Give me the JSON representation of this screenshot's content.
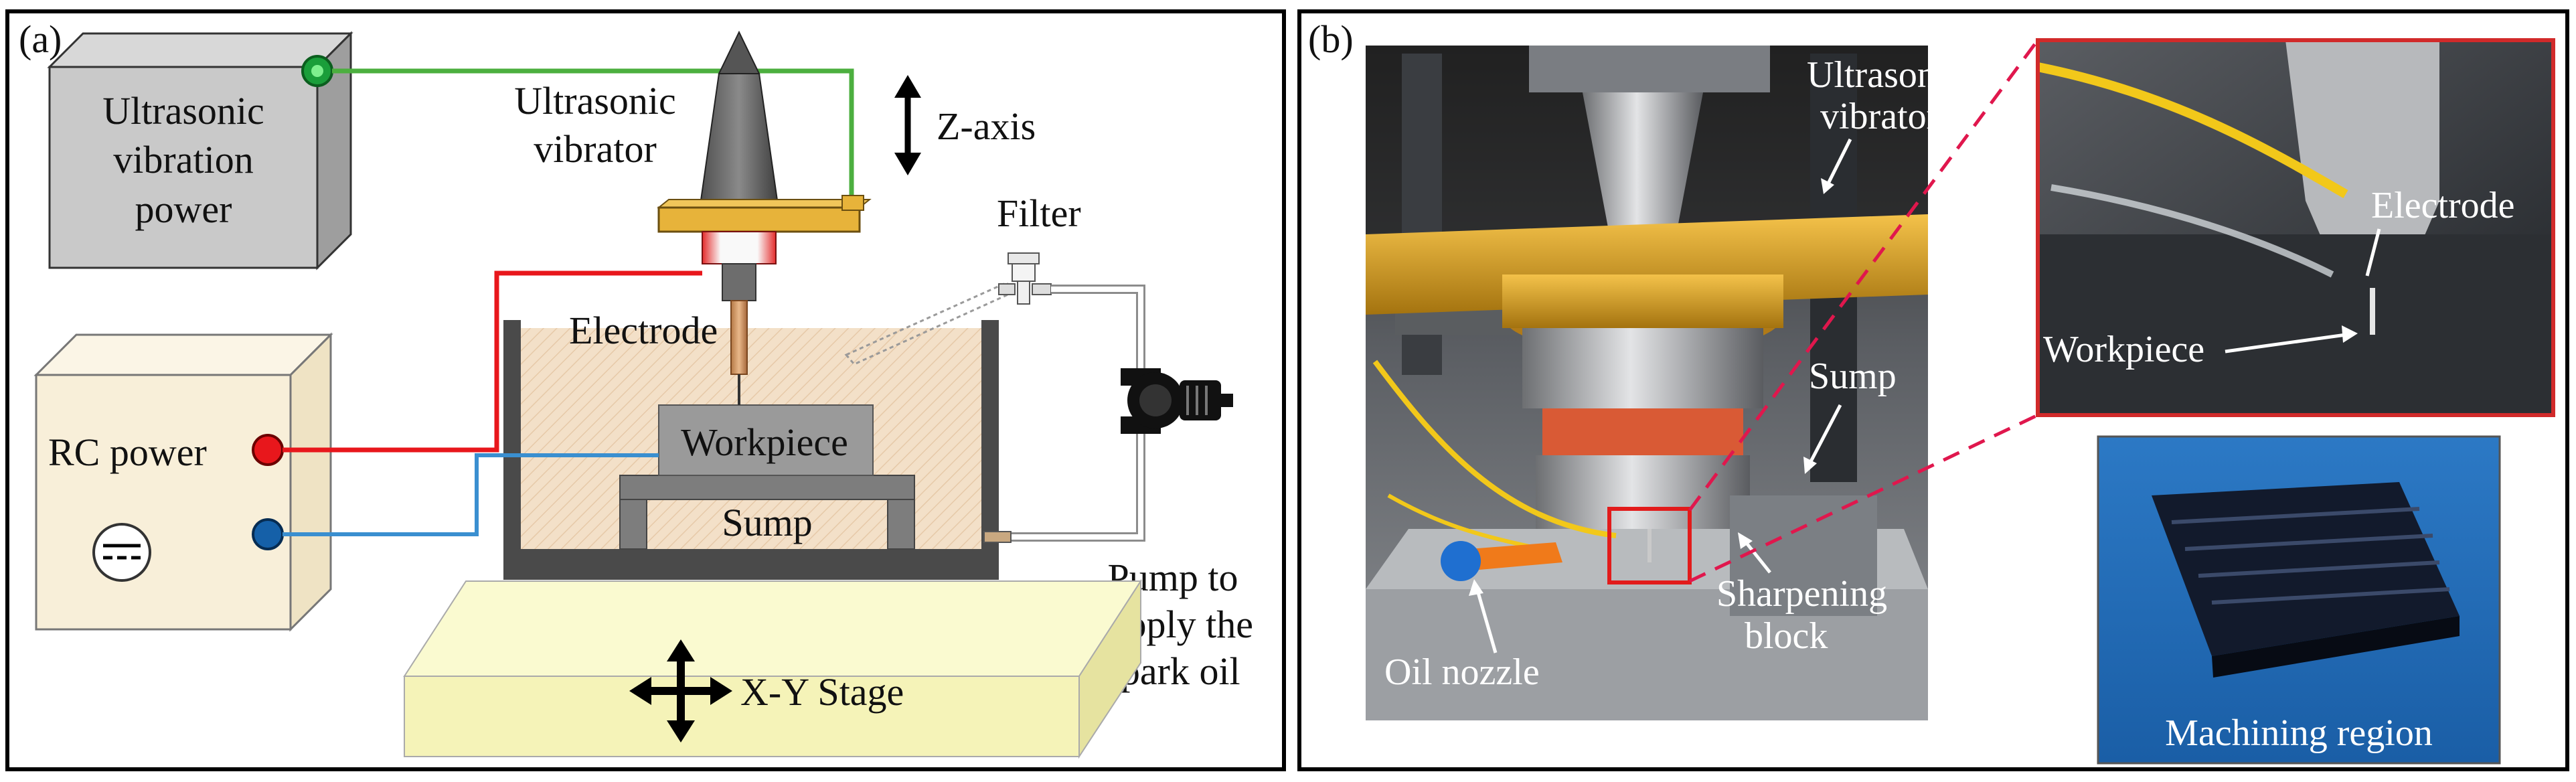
{
  "panel_a": {
    "tag": "(a)",
    "labels": {
      "ultrasonic_power_1": "Ultrasonic",
      "ultrasonic_power_2": "vibration",
      "ultrasonic_power_3": "power",
      "ultrasonic_vibrator_1": "Ultrasonic",
      "ultrasonic_vibrator_2": "vibrator",
      "z_axis": "Z-axis",
      "filter": "Filter",
      "electrode": "Electrode",
      "rc_power": "RC power",
      "workpiece": "Workpiece",
      "sump": "Sump",
      "pump_1": "Pump to",
      "pump_2": "supply the",
      "pump_3": "spark oil",
      "xy_stage": "X-Y Stage"
    },
    "colors": {
      "signal_wire": "#4caf3f",
      "positive_wire": "#e8171c",
      "negative_wire": "#3a8fd0",
      "stage": "#f5f3b8",
      "power_box": "#c9c9c9",
      "rc_box": "#f8efd9",
      "vibrator_plate": "#e7b33a",
      "oil_fill": "#f3e0c8",
      "sump_wall": "#4a4a4a"
    }
  },
  "panel_b": {
    "tag": "(b)",
    "labels": {
      "ultrasonic_vibrator_1": "Ultrasonic",
      "ultrasonic_vibrator_2": "vibrator",
      "sump": "Sump",
      "oil_nozzle": "Oil nozzle",
      "sharpening_1": "Sharpening",
      "sharpening_2": "block",
      "electrode": "Electrode",
      "workpiece": "Workpiece",
      "machining_region": "Machining region"
    },
    "colors": {
      "callout": "#e0174d",
      "inset_border": "#d12a2a"
    }
  }
}
